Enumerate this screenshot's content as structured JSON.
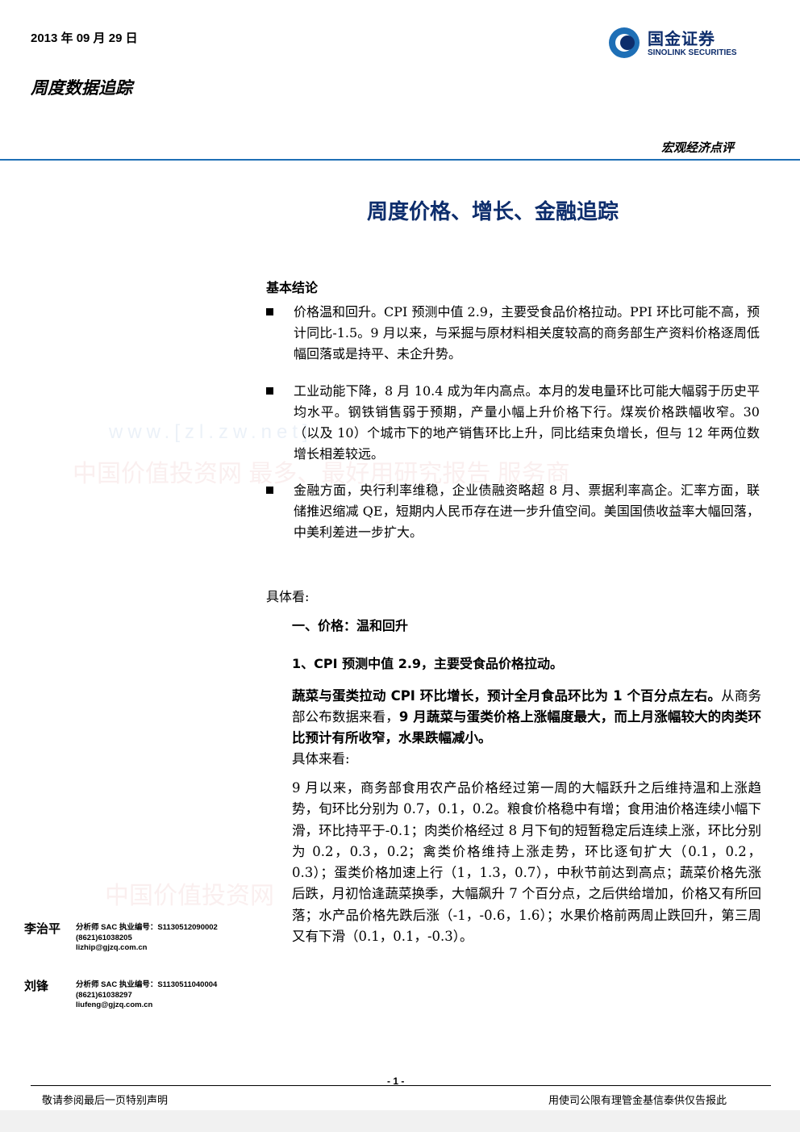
{
  "header": {
    "date": "2013 年 09 月 29 日",
    "series": "周度数据追踪",
    "category": "宏观经济点评",
    "logo_cn": "国金证券",
    "logo_en": "SINOLINK SECURITIES"
  },
  "title": "周度价格、增长、金融追踪",
  "conclusions": {
    "heading": "基本结论",
    "items": [
      "价格温和回升。CPI 预测中值 2.9，主要受食品价格拉动。PPI 环比可能不高，预计同比-1.5。9 月以来，与采掘与原材料相关度较高的商务部生产资料价格逐周低幅回落或是持平、未企升势。",
      "工业动能下降，8 月 10.4 成为年内高点。本月的发电量环比可能大幅弱于历史平均水平。钢铁销售弱于预期，产量小幅上升价格下行。煤炭价格跌幅收窄。30（以及 10）个城市下的地产销售环比上升，同比结束负增长，但与 12 年两位数增长相差较远。",
      "金融方面，央行利率维稳，企业债融资略超 8 月、票据利率高企。汇率方面，联储推迟缩减 QE，短期内人民币存在进一步升值空间。美国国债收益率大幅回落，中美利差进一步扩大。"
    ]
  },
  "body": {
    "specific": "具体看:",
    "section1": "一、价格：温和回升",
    "sub1": "1、CPI 预测中值 2.9，主要受食品价格拉动。",
    "para1_bold_a": "蔬菜与蛋类拉动 CPI 环比增长，预计全月食品环比为 1 个百分点左右。",
    "para1_normal": "从商务部公布数据来看，",
    "para1_bold_b": "9 月蔬菜与蛋类价格上涨幅度最大，而上月涨幅较大的肉类环比预计有所收窄，水果跌幅减小。",
    "para1_tail": "具体来看:",
    "para2": "9 月以来，商务部食用农产品价格经过第一周的大幅跃升之后维持温和上涨趋势，旬环比分别为 0.7，0.1，0.2。粮食价格稳中有增；食用油价格连续小幅下滑，环比持平于-0.1；肉类价格经过 8 月下旬的短暂稳定后连续上涨，环比分别为 0.2，0.3，0.2；禽类价格维持上涨走势，环比逐旬扩大（0.1，0.2，0.3）；蛋类价格加速上行（1，1.3，0.7），中秋节前达到高点；蔬菜价格先涨后跌，月初恰逢蔬菜换季，大幅飙升 7 个百分点，之后供给增加，价格又有所回落；水产品价格先跌后涨（-1，-0.6，1.6）；水果价格前两周止跌回升，第三周又有下滑（0.1，0.1，-0.3）。"
  },
  "analysts": [
    {
      "name": "李治平",
      "cert": "分析师 SAC 执业编号：S1130512090002",
      "phone": "(8621)61038205",
      "email": "lizhip@gjzq.com.cn"
    },
    {
      "name": "刘锋",
      "cert": "分析师 SAC 执业编号：S1130511040004",
      "phone": "(8621)61038297",
      "email": "liufeng@gjzq.com.cn"
    }
  ],
  "watermarks": {
    "site": "www.[zl.zw.net]",
    "line1": "中国价值投资网 最多、最好用研究报告 服务商",
    "line2": "中国价值投资网"
  },
  "footer": {
    "page": "- 1 -",
    "left": "敬请参阅最后一页特别声明",
    "right": "用使司公限有理管金基信泰供仅告报此"
  },
  "colors": {
    "brand_blue": "#0d2d6c",
    "rule_blue": "#1e6fb6"
  }
}
